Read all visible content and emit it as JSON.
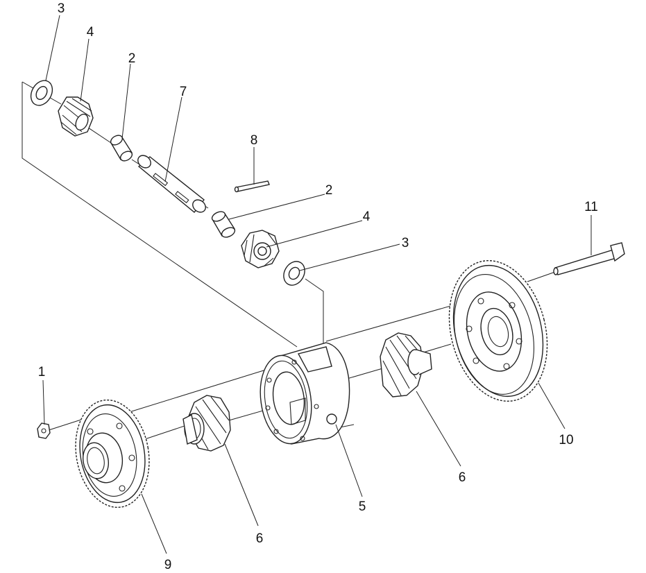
{
  "diagram": {
    "labels": {
      "l1": "1",
      "l2a": "2",
      "l2b": "2",
      "l3a": "3",
      "l3b": "3",
      "l4a": "4",
      "l4b": "4",
      "l5": "5",
      "l6a": "6",
      "l6b": "6",
      "l7": "7",
      "l8": "8",
      "l9": "9",
      "l10": "10",
      "l11": "11"
    }
  }
}
